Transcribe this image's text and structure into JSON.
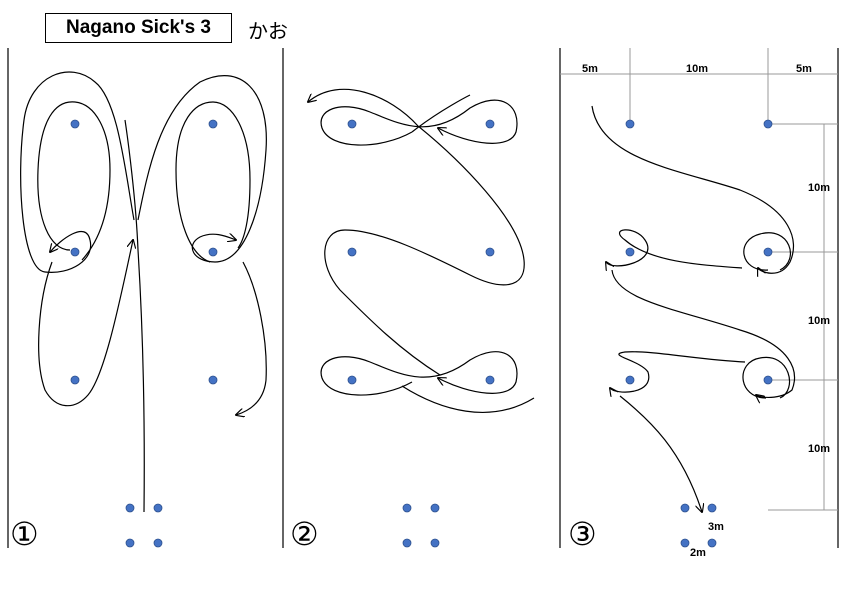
{
  "header": {
    "title": "Nagano Sick's 3",
    "subtitle": "かお"
  },
  "panels": [
    {
      "number": "①"
    },
    {
      "number": "②"
    },
    {
      "number": "③"
    }
  ],
  "measurements": {
    "top_left": "5m",
    "top_middle": "10m",
    "top_right": "5m",
    "side_1": "10m",
    "side_2": "10m",
    "side_3": "10m",
    "start_gap": "3m",
    "start_width": "2m"
  },
  "colors": {
    "cone": "#4472c4",
    "line": "#000000",
    "guide": "#999999"
  }
}
